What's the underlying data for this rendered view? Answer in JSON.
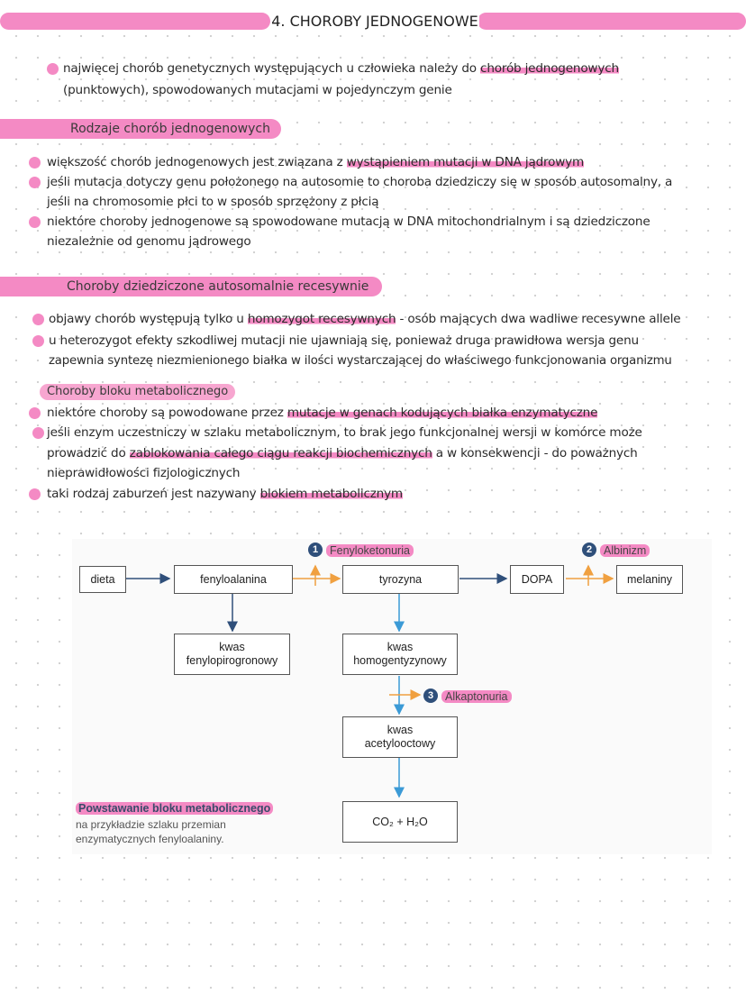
{
  "title": "4. CHOROBY JEDNOGENOWE",
  "intro": {
    "line1_a": "najwięcej chorób genetycznych występujących u człowieka należy do ",
    "line1_hl": "chorób jednogenowych",
    "line2": "(punktowych), spowodowanych mutacjami w pojedynczym genie"
  },
  "section1": {
    "heading": "Rodzaje chorób jednogenowych",
    "b1_a": "większość chorób jednogenowych jest związana z ",
    "b1_hl": "wystąpieniem mutacji w DNA jądrowym",
    "b2_l1": "jeśli mutacja dotyczy genu położonego na autosomie to choroba dziedziczy się w sposób autosomalny, a",
    "b2_l2": "jeśli na chromosomie płci to w sposób sprzężony z płcią",
    "b3_l1": "niektóre choroby jednogenowe są spowodowane mutacją w DNA mitochondrialnym i są dziedziczone",
    "b3_l2": "niezależnie od genomu jądrowego"
  },
  "section2": {
    "heading": "Choroby dziedziczone autosomalnie recesywnie",
    "b1_a": "objawy chorób występują tylko u ",
    "b1_hl": "homozygot recesywnych",
    "b1_b": " - osób mających dwa wadliwe recesywne allele",
    "b2_l1": "u heterozygot efekty szkodliwej mutacji nie ujawniają się, ponieważ druga prawidłowa wersja genu",
    "b2_l2": "zapewnia syntezę niezmienionego białka w ilości wystarczającej do właściwego funkcjonowania organizmu"
  },
  "section3": {
    "heading": "Choroby bloku metabolicznego",
    "b1_a": "niektóre choroby są powodowane przez ",
    "b1_hl": "mutacje w genach kodujących białka enzymatyczne",
    "b2_l1": "jeśli enzym uczestniczy w szlaku metabolicznym, to brak jego funkcjonalnej wersji w komórce może",
    "b2_l2_a": "prowadzić do ",
    "b2_l2_hl": "zablokowania całego ciągu reakcji biochemicznych",
    "b2_l2_b": " a w konsekwencji - do poważnych",
    "b2_l3": "nieprawidłowości fizjologicznych",
    "b3_a": "taki rodzaj zaburzeń jest nazywany ",
    "b3_hl": "blokiem metabolicznym"
  },
  "diagram": {
    "boxes": {
      "dieta": "dieta",
      "fenyloalanina": "fenyloalanina",
      "tyrozyna": "tyrozyna",
      "dopa": "DOPA",
      "melaniny": "melaniny",
      "kwas_fp_1": "kwas",
      "kwas_fp_2": "fenylopirogronowy",
      "kwas_hg_1": "kwas",
      "kwas_hg_2": "homogentyzynowy",
      "kwas_aa_1": "kwas",
      "kwas_aa_2": "acetylooctowy",
      "co2": "CO₂ + H₂O"
    },
    "diseases": [
      {
        "num": "1",
        "name": "Fenyloketonuria"
      },
      {
        "num": "2",
        "name": "Albinizm"
      },
      {
        "num": "3",
        "name": "Alkaptonuria"
      }
    ],
    "caption_title": "Powstawanie bloku metabolicznego",
    "caption_l1": "na przykładzie szlaku przemian",
    "caption_l2": "enzymatycznych fenyloalaniny."
  },
  "colors": {
    "highlight": "#f48ac4",
    "arrow_dark": "#2f4f7a",
    "arrow_blue": "#3b9ad6",
    "arrow_orange": "#f0a040"
  }
}
